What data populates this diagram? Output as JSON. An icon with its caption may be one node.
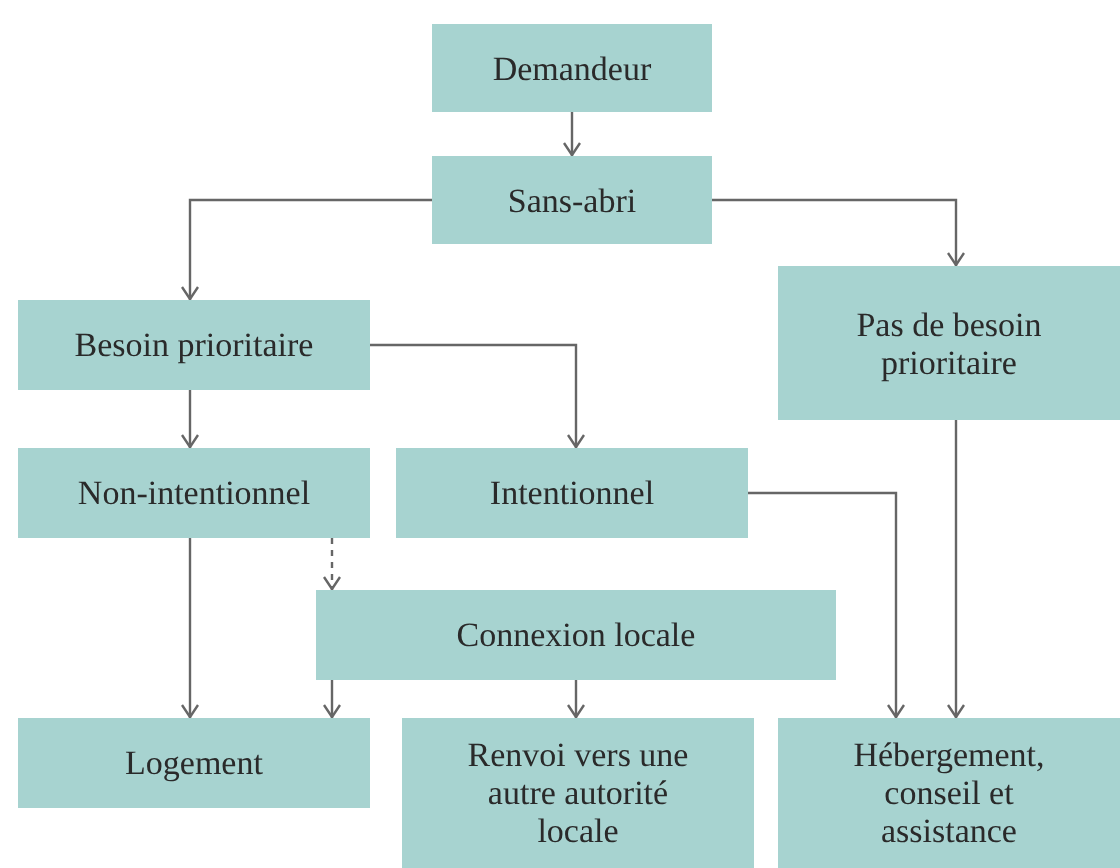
{
  "diagram": {
    "nodes": [
      {
        "text": [
          "Demandeur"
        ]
      },
      {
        "text": [
          "Sans-abri"
        ]
      },
      {
        "text": [
          "Besoin prioritaire"
        ]
      },
      {
        "text": [
          "Pas de besoin prioritaire"
        ]
      },
      {
        "text": [
          "Non-intentionnel"
        ]
      },
      {
        "text": [
          "Intentionnel"
        ]
      },
      {
        "text": [
          "Connexion locale"
        ]
      },
      {
        "text": [
          "Logement"
        ]
      },
      {
        "text": [
          "Renvoi vers une autre autorité locale"
        ]
      },
      {
        "text": [
          "Hébergement, conseil et assistance"
        ]
      }
    ],
    "edges": [
      {
        "from": 0,
        "to": 1,
        "arrow": "to"
      },
      {
        "from": 1,
        "to": 2,
        "arrow": "to"
      },
      {
        "from": 1,
        "to": 3,
        "arrow": "to"
      },
      {
        "from": 2,
        "to": 4,
        "arrow": "to"
      },
      {
        "from": 2,
        "to": 5,
        "arrow": "to"
      },
      {
        "from": 4,
        "to": 7,
        "arrow": "to"
      },
      {
        "from": 4,
        "to": 6,
        "arrow": "to",
        "style": "dashed"
      },
      {
        "from": 6,
        "to": 7,
        "arrow": "to"
      },
      {
        "from": 6,
        "to": 8,
        "arrow": "to"
      },
      {
        "from": 5,
        "to": 9,
        "arrow": "to"
      },
      {
        "from": 3,
        "to": 9,
        "arrow": "to"
      }
    ]
  }
}
